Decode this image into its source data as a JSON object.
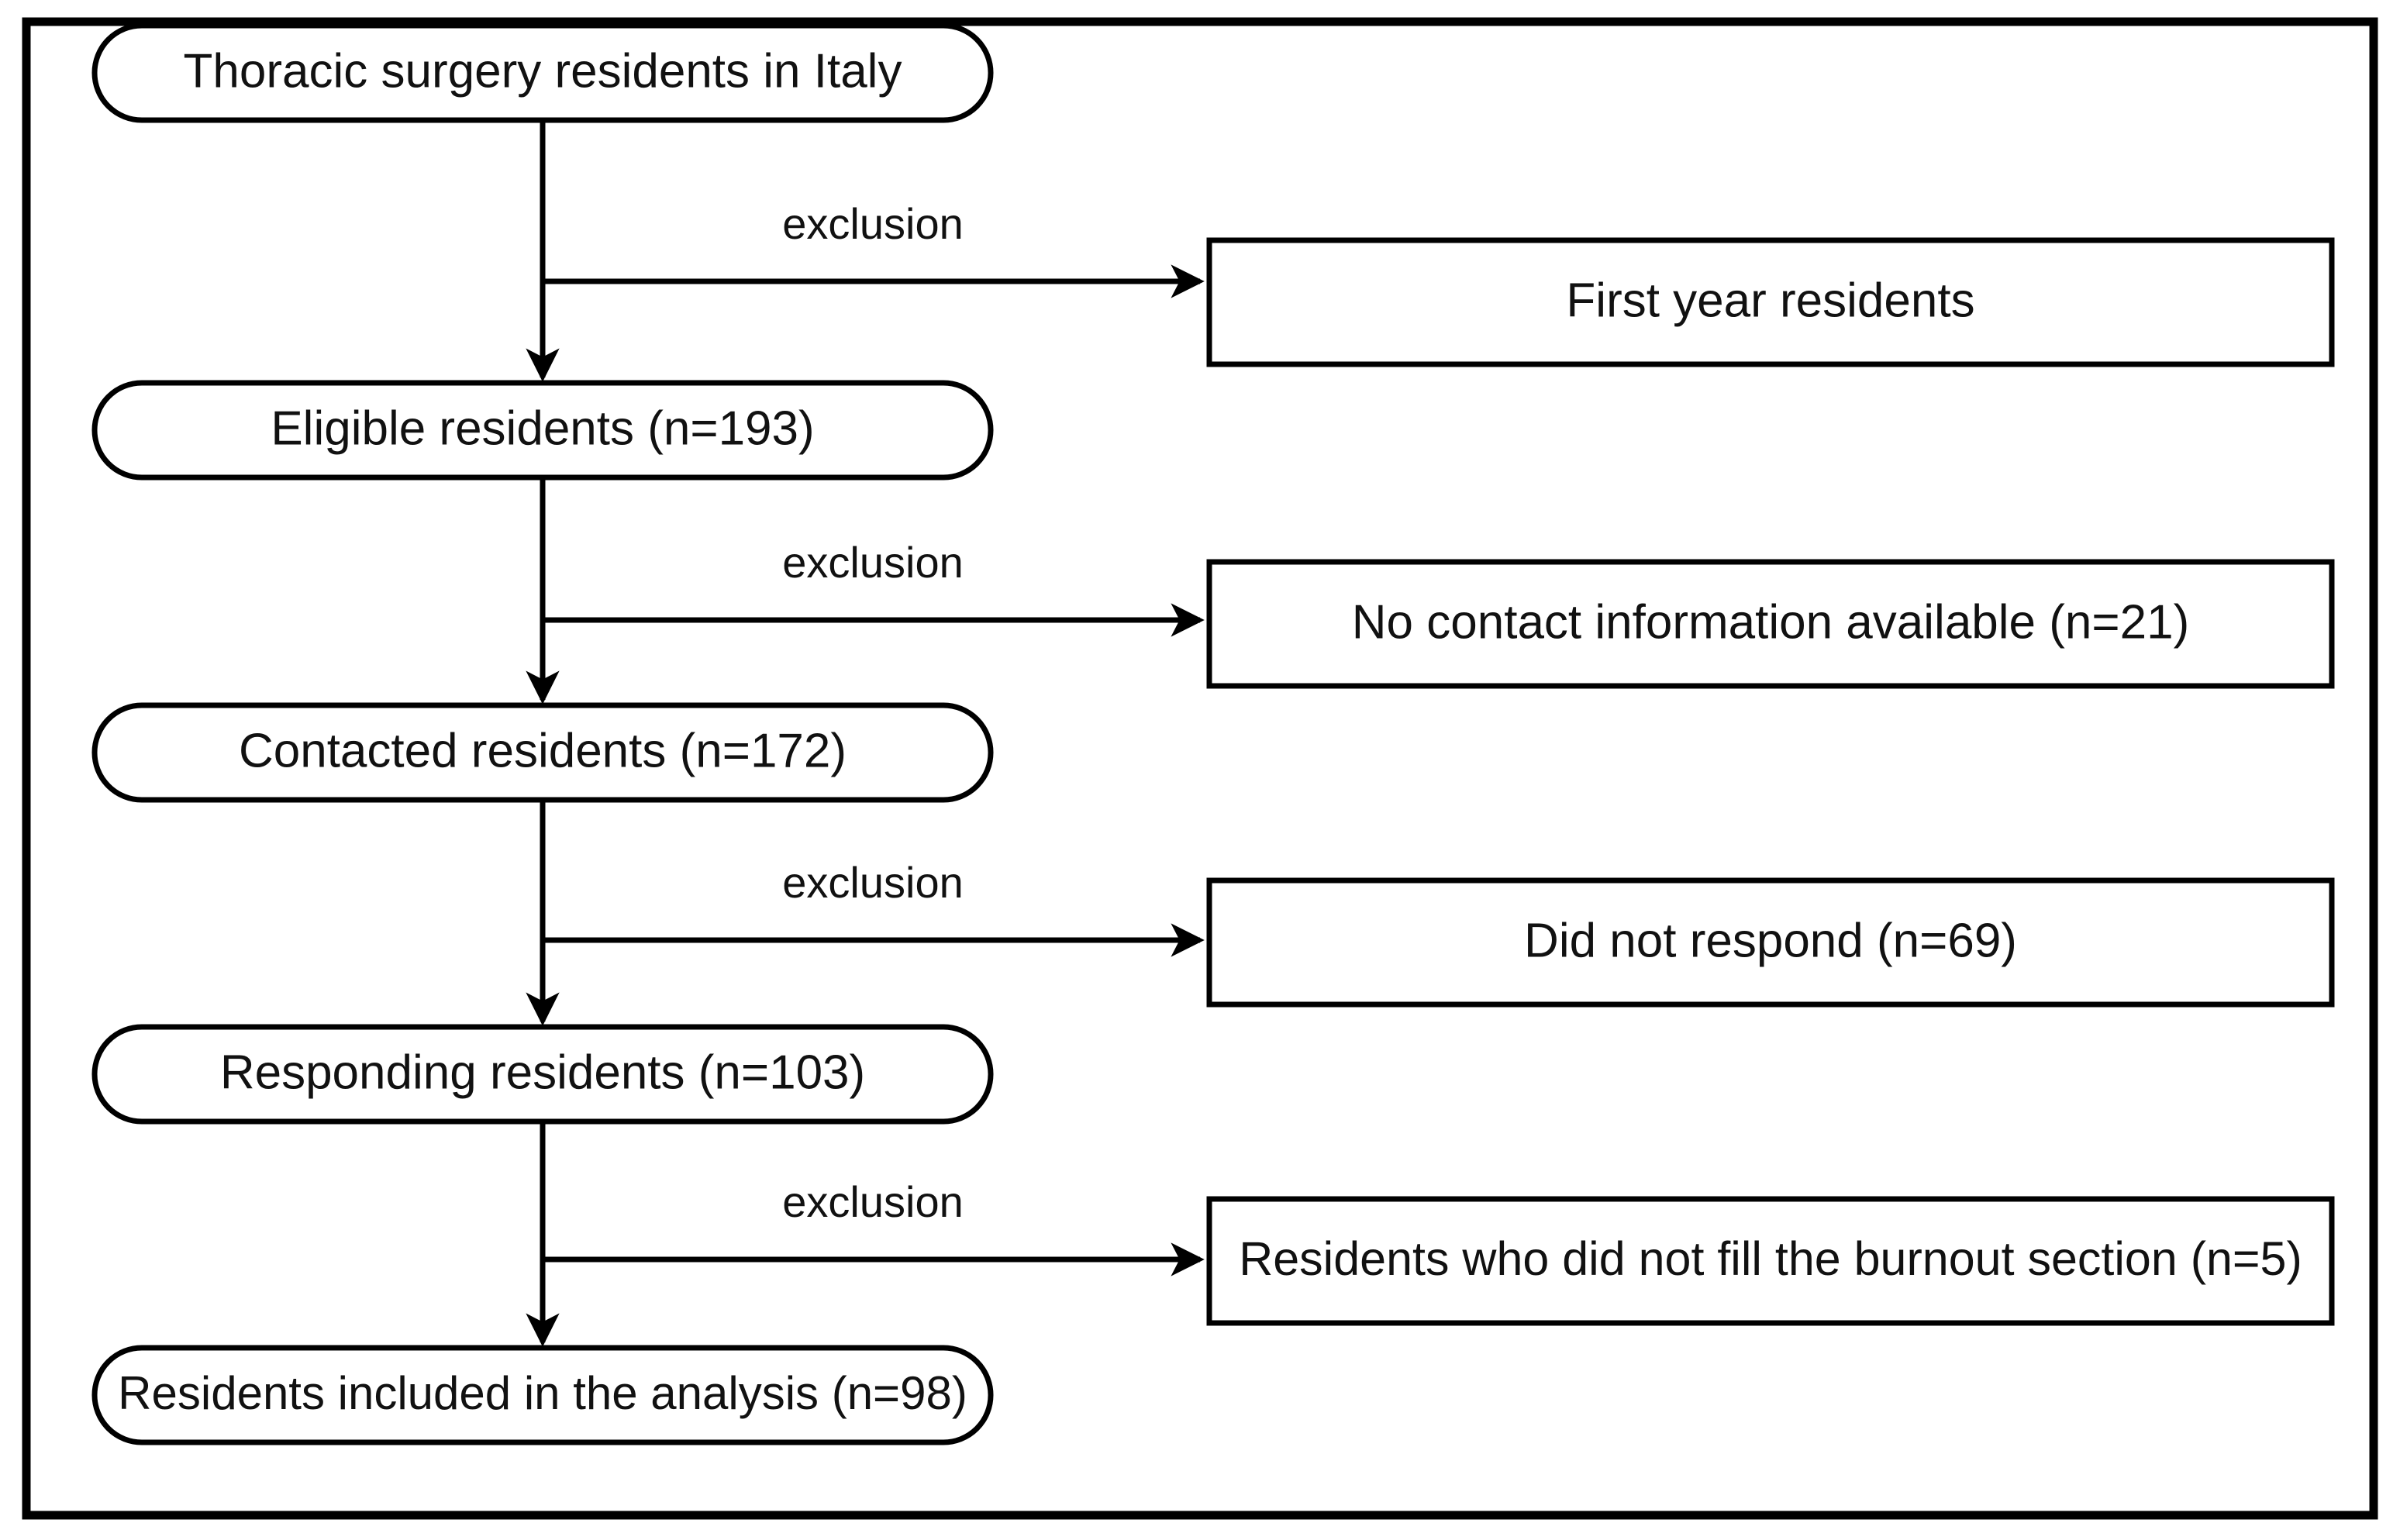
{
  "figure": {
    "type": "flowchart",
    "orientation": "vertical-with-right-exclusion-branches",
    "border": "rectangular outer frame",
    "colors": {
      "stroke": "#000000",
      "fill": "#ffffff",
      "text": "#111111"
    }
  },
  "flow_nodes": [
    {
      "id": "n1",
      "shape": "rounded",
      "label": "Thoracic surgery residents in Italy"
    },
    {
      "id": "n2",
      "shape": "rounded",
      "label": "Eligible residents (n=193)"
    },
    {
      "id": "n3",
      "shape": "rounded",
      "label": "Contacted residents (n=172)"
    },
    {
      "id": "n4",
      "shape": "rounded",
      "label": "Responding residents (n=103)"
    },
    {
      "id": "n5",
      "shape": "rounded",
      "label": "Residents included in the analysis (n=98)"
    }
  ],
  "exclusion_nodes": [
    {
      "id": "e1",
      "shape": "rectangle",
      "label": "First year residents"
    },
    {
      "id": "e2",
      "shape": "rectangle",
      "label": "No contact information available (n=21)"
    },
    {
      "id": "e3",
      "shape": "rectangle",
      "label": "Did not respond (n=69)"
    },
    {
      "id": "e4",
      "shape": "rectangle",
      "label": "Residents who did not fill the burnout section (n=5)"
    }
  ],
  "edge_labels": [
    {
      "id": "x1",
      "label": "exclusion",
      "from": "n1",
      "to": "e1"
    },
    {
      "id": "x2",
      "label": "exclusion",
      "from": "n2",
      "to": "e2"
    },
    {
      "id": "x3",
      "label": "exclusion",
      "from": "n3",
      "to": "e3"
    },
    {
      "id": "x4",
      "label": "exclusion",
      "from": "n4",
      "to": "e4"
    }
  ],
  "counts": {
    "eligible": 193,
    "no_contact_info": 21,
    "contacted": 172,
    "did_not_respond": 69,
    "responding": 103,
    "did_not_fill_burnout": 5,
    "included_in_analysis": 98
  }
}
